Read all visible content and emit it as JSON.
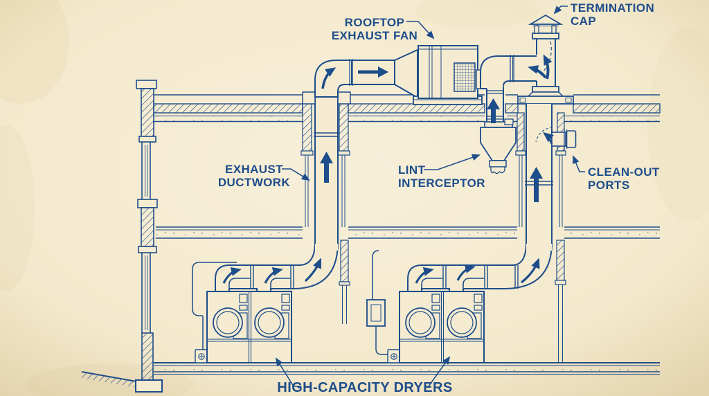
{
  "colors": {
    "paper": "#f4ebd1",
    "paper_edge": "#e6d7b4",
    "ink": "#1d4d8a"
  },
  "labels": {
    "rooftop_fan": {
      "line1": "ROOFTOP",
      "line2": "EXHAUST FAN"
    },
    "termination_cap": {
      "line1": "TERMINATION",
      "line2": "CAP"
    },
    "exhaust_ductwork": {
      "line1": "EXHAUST",
      "line2": "DUCTWORK"
    },
    "lint_interceptor": {
      "line1": "LINT",
      "line2": "INTERCEPTOR"
    },
    "cleanout_ports": {
      "line1": "CLEAN-OUT",
      "line2": "PORTS"
    },
    "dryers": {
      "line1": "HIGH-CAPACITY DRYERS"
    }
  },
  "components": {
    "diagram_type": "building-section-blueprint",
    "airflow_arrow_directions": [
      "right",
      "up",
      "up-right",
      "up-and-left-split"
    ]
  }
}
